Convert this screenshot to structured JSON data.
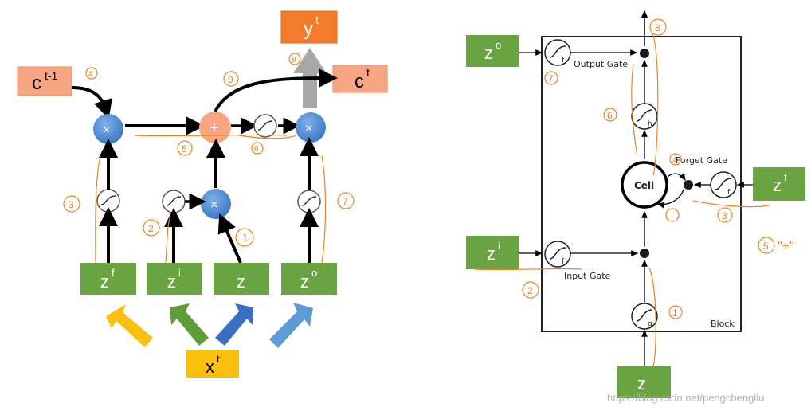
{
  "left": {
    "c_prev": {
      "base": "c",
      "sup": "t-1"
    },
    "c_next": {
      "base": "c",
      "sup": "t"
    },
    "y": {
      "base": "y",
      "sup": "t"
    },
    "x": {
      "base": "x",
      "sup": "t"
    },
    "zf": {
      "base": "z",
      "sup": "f"
    },
    "zi": {
      "base": "z",
      "sup": "i"
    },
    "z": {
      "base": "z",
      "sup": ""
    },
    "zo": {
      "base": "z",
      "sup": "o"
    },
    "annotations": [
      "1",
      "2",
      "3",
      "4",
      "5",
      "6",
      "7",
      "8",
      "9"
    ]
  },
  "right": {
    "zo": {
      "base": "z",
      "sup": "o"
    },
    "zi": {
      "base": "z",
      "sup": "i"
    },
    "zf": {
      "base": "z",
      "sup": "f"
    },
    "z": {
      "base": "z",
      "sup": ""
    },
    "cell_label": "Cell",
    "output_gate": "Output Gate",
    "input_gate": "Input Gate",
    "forget_gate": "Forget Gate",
    "block_label": "Block",
    "sig_f": "f",
    "sig_h": "h",
    "sig_g": "g",
    "annotations": [
      "1",
      "2",
      "3",
      "4",
      "5",
      "6",
      "7",
      "8"
    ],
    "note_plus": "\"+\""
  },
  "watermark": "https://blog.csdn.net/pengchengliu",
  "colors": {
    "green": "#6aa341",
    "orange": "#f8a582",
    "yellow": "#fbbf0d",
    "blue": "#4b8bd4",
    "note": "#f08020"
  }
}
